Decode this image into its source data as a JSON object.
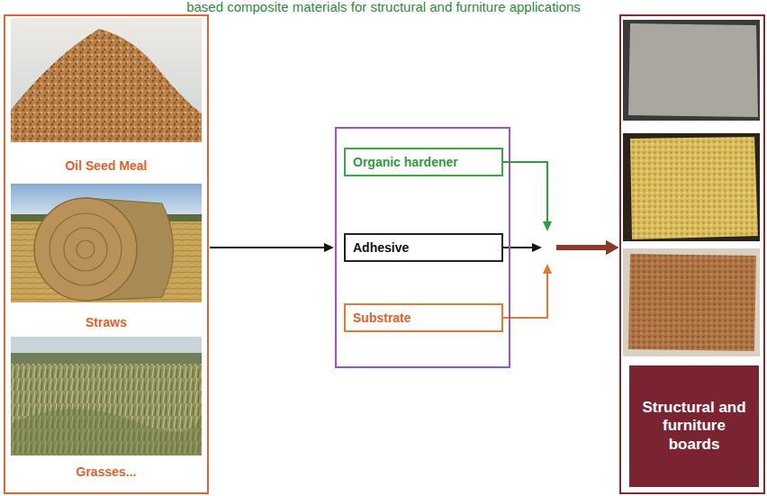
{
  "diagram": {
    "title": "based composite materials for structural and furniture applications",
    "nodes": [
      {
        "text": [
          "Oil Seed Meal",
          "Straws",
          "Grasses..."
        ]
      },
      {
        "text": []
      },
      {
        "text": [
          "Organic hardener"
        ],
        "in": 1
      },
      {
        "text": [
          "Adhesive"
        ],
        "in": 1
      },
      {
        "text": [
          "Substrate"
        ],
        "in": 1
      },
      {
        "text": []
      },
      {
        "text": [
          "Structural and furniture boards"
        ],
        "in": 5
      }
    ],
    "edges": [
      {
        "from": 0,
        "to": 1,
        "arrow": "to"
      },
      {
        "from": 2,
        "to": 5,
        "arrow": "to"
      },
      {
        "from": 3,
        "to": 5,
        "arrow": "to"
      },
      {
        "from": 4,
        "to": 5,
        "arrow": "to"
      }
    ]
  }
}
